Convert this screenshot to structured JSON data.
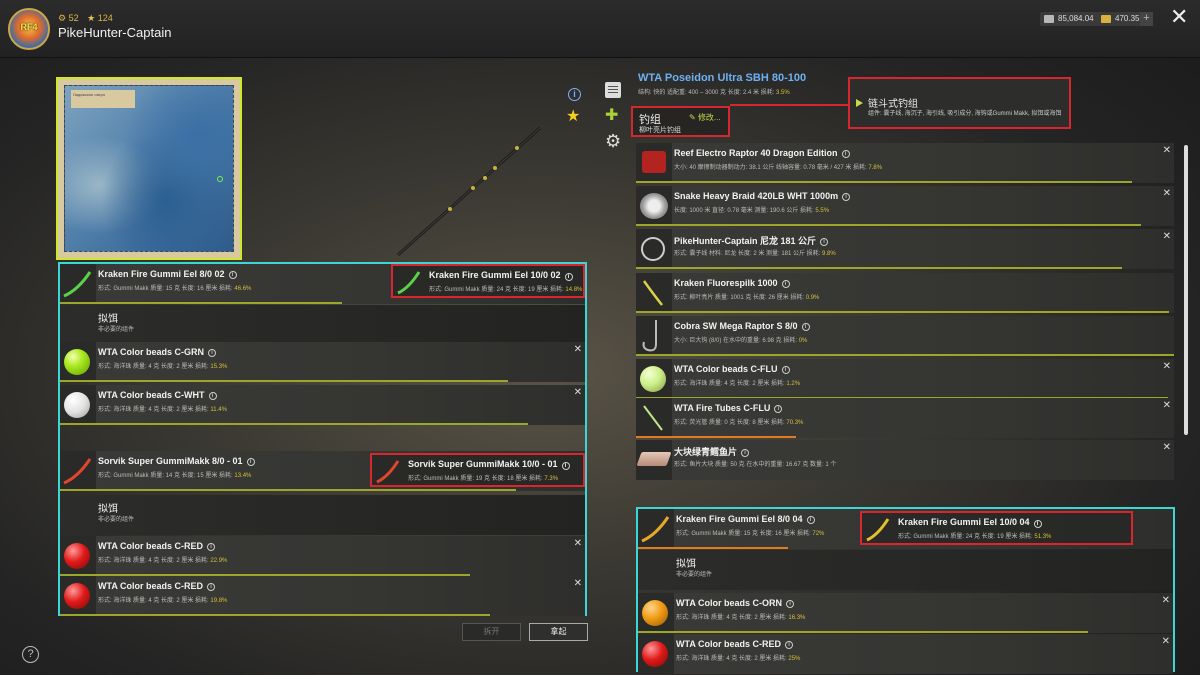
{
  "header": {
    "logo_text": "RF4",
    "stat_a": "52",
    "stat_b": "124",
    "username": "PikeHunter-Captain",
    "silver": "85,084.04",
    "gold": "470.35",
    "plus": "+",
    "close": "✕"
  },
  "map": {
    "label": "Ладожское озеро"
  },
  "rod": {
    "title": "WTA Poseidon Ultra SBH 80-100",
    "desc_prefix": "结构: 快的  适配重: 400 – 3000 克  长度: 2.4 米  损耗: ",
    "desc_pct": "3.5%"
  },
  "rig": {
    "title": "钓组",
    "edit": "修改...",
    "subtitle": "柳叶亮片钓组",
    "tip_title": "链斗式钓组",
    "tip_body": "组件: 囊子线, 海沉子, 海引线, 吸引成分, 海钩或Gummi Makk, 拟饵或海饵"
  },
  "left_items": [
    {
      "name": "Kraken Fire Gummi Eel 8/0 02",
      "desc": "形式: Gummi Makk  质量: 15 克  长度: 16 厘米  损耗: ",
      "pct": "46.6%"
    },
    {
      "name": "拟饵",
      "desc": "非必要的组件"
    },
    {
      "name": "WTA Color beads C-GRN",
      "desc": "形式: 海洋珠  质量: 4 克  长度: 2 厘米  损耗: ",
      "pct": "15.3%"
    },
    {
      "name": "WTA Color beads C-WHT",
      "desc": "形式: 海洋珠  质量: 4 克  长度: 2 厘米  损耗: ",
      "pct": "11.4%"
    },
    {
      "name": "Sorvik Super GummiMakk 8/0 - 01",
      "desc": "形式: Gummi Makk  质量: 14 克  长度: 15 厘米  损耗: ",
      "pct": "13.4%"
    },
    {
      "name": "拟饵",
      "desc": "非必要的组件"
    },
    {
      "name": "WTA Color beads C-RED",
      "desc": "形式: 海洋珠  质量: 4 克  长度: 2 厘米  损耗: ",
      "pct": "22.9%"
    },
    {
      "name": "WTA Color beads C-RED",
      "desc": "形式: 海洋珠  质量: 4 克  长度: 2 厘米  损耗: ",
      "pct": "19.8%"
    }
  ],
  "left_alts": [
    {
      "name": "Kraken Fire Gummi Eel 10/0 02",
      "desc": "形式: Gummi Makk  质量: 24 克  长度: 19 厘米  损耗: ",
      "pct": "14.8%"
    },
    {
      "name": "Sorvik Super GummiMakk 10/0 - 01",
      "desc": "形式: Gummi Makk  质量: 19 克  长度: 18 厘米  损耗: ",
      "pct": "7.3%"
    }
  ],
  "right_items": [
    {
      "name": "Reef Electro Raptor 40 Dragon Edition",
      "desc": "大小: 40  摩擦制动器制动力: 38.1 公斤  线轴容量: 0.78 毫米 / 427 米  损耗: ",
      "pct": "7.8%"
    },
    {
      "name": "Snake Heavy Braid 420LB WHT 1000m",
      "desc": "长度: 1000 米  直径: 0.78 毫米  测量: 190.6 公斤  损耗: ",
      "pct": "5.5%"
    },
    {
      "name": "PikeHunter-Captain 尼龙 181 公斤",
      "desc": "形式: 囊子线  材料: 尼龙  长度: 2 米  测量: 181 公斤  损耗: ",
      "pct": "9.8%"
    },
    {
      "name": "Kraken Fluorespilk 1000",
      "desc": "形式: 柳叶亮片  质量: 1001 克  长度: 26 厘米  损耗: ",
      "pct": "0.9%"
    },
    {
      "name": "Cobra SW Mega Raptor S 8/0",
      "desc": "大小: 巨大钩 (8/0)  在水中的重量: 6.98 克  损耗: ",
      "pct": "0%"
    },
    {
      "name": "WTA Color beads C-FLU",
      "desc": "形式: 海洋珠  质量: 4 克  长度: 2 厘米  损耗: ",
      "pct": "1.2%"
    },
    {
      "name": "WTA Fire Tubes C-FLU",
      "desc": "形式: 荧光管  质量: 0 克  长度: 8 厘米  损耗: ",
      "pct": "70.3%"
    },
    {
      "name": "大块绿青鳕鱼片",
      "desc": "形式: 鱼片大块  质量: 50 克  在水中的重量: 16.67 克  数量: 1 个",
      "pct": ""
    }
  ],
  "bottom_items": [
    {
      "name": "Kraken Fire Gummi Eel 8/0 04",
      "desc": "形式: Gummi Makk  质量: 15 克  长度: 16 厘米  损耗: ",
      "pct": "72%"
    },
    {
      "name": "拟饵",
      "desc": "非必要的组件"
    },
    {
      "name": "WTA Color beads C-ORN",
      "desc": "形式: 海洋珠  质量: 4 克  长度: 2 厘米  损耗: ",
      "pct": "16.3%"
    },
    {
      "name": "WTA Color beads C-RED",
      "desc": "形式: 海洋珠  质量: 4 克  长度: 2 厘米  损耗: ",
      "pct": "25%"
    }
  ],
  "bottom_alt": {
    "name": "Kraken Fire Gummi Eel 10/0 04",
    "desc": "形式: Gummi Makk  质量: 24 克  长度: 19 厘米  损耗: ",
    "pct": "51.3%"
  },
  "buttons": {
    "split": "拆开",
    "take": "拿起"
  },
  "help": "?",
  "info": "i",
  "x": "✕",
  "i_glyph": "i",
  "edit_icon": "✎"
}
